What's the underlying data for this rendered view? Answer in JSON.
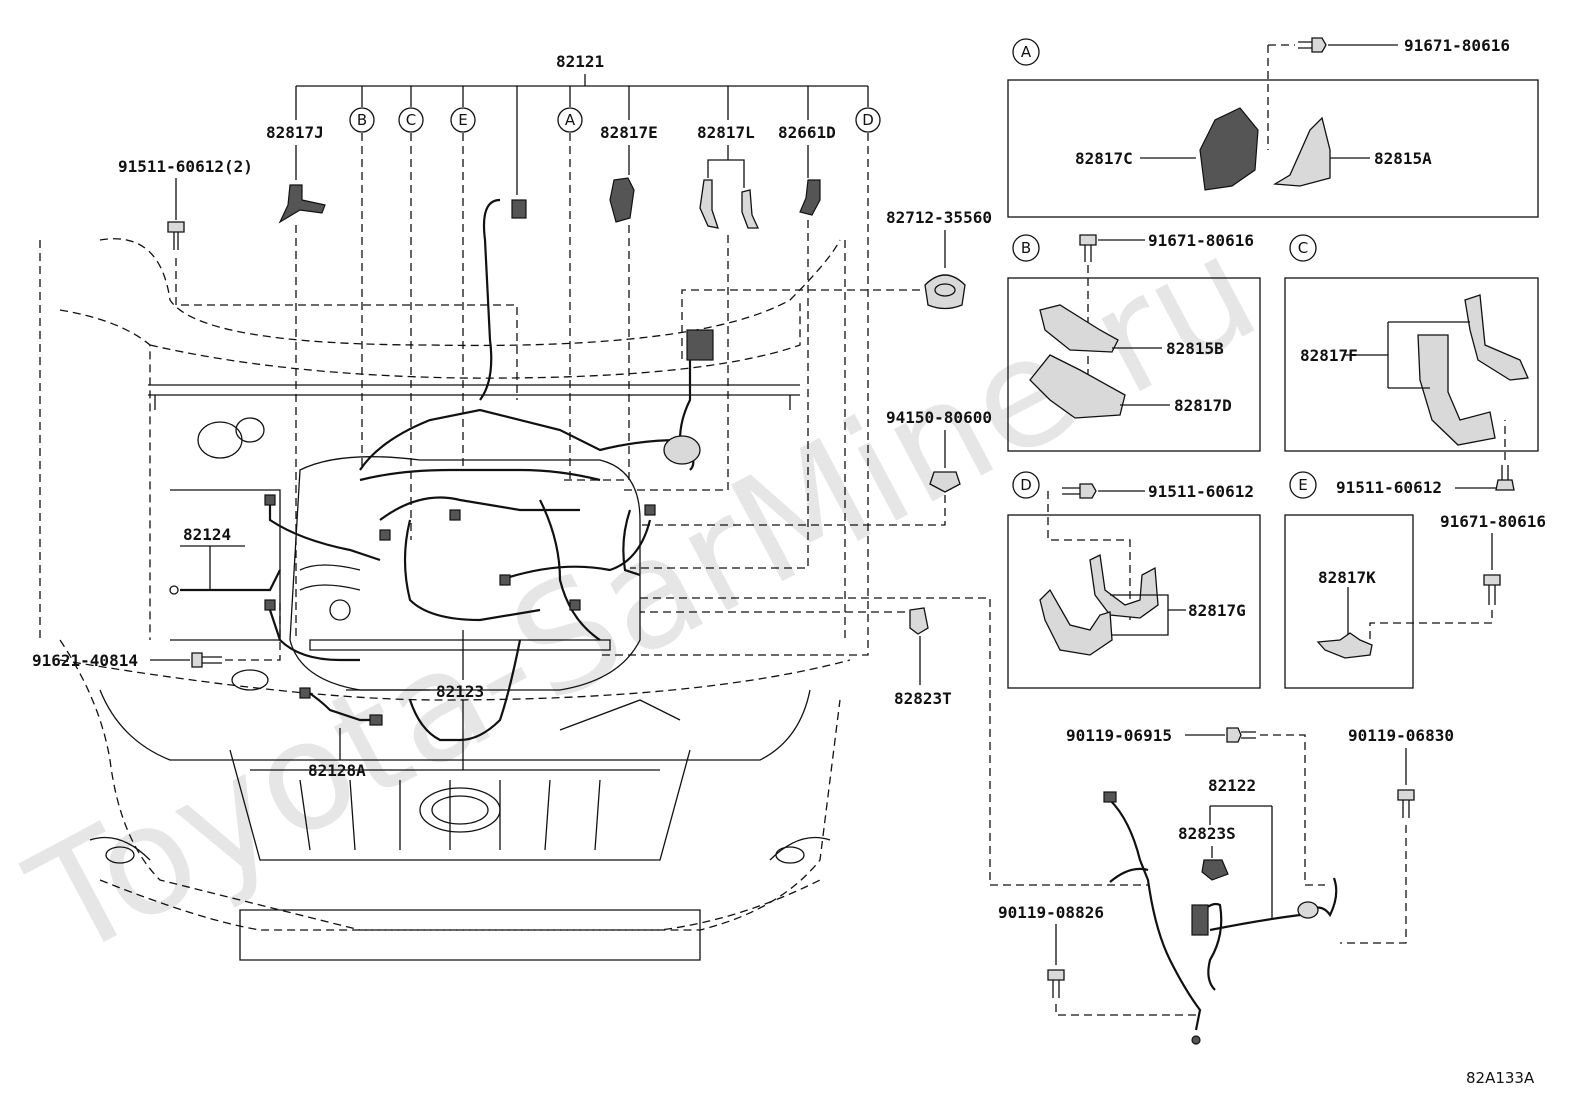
{
  "diagram_id": "82A133A",
  "watermark": "Toyota-SarMine.ru",
  "main_group": {
    "number": "82121"
  },
  "top_labels": [
    "82817J",
    "82817E",
    "82817L",
    "82661D"
  ],
  "refs": [
    "A",
    "B",
    "C",
    "D",
    "E"
  ],
  "left_labels": {
    "bolt_top": "91511-60612(2)",
    "p82124": "82124",
    "bolt_left": "91621-40814",
    "p82128A": "82128A",
    "p82123": "82123"
  },
  "mid_labels": {
    "clip": "82712-35560",
    "nut": "94150-80600",
    "p82823T": "82823T"
  },
  "detail_A": {
    "ref": "A",
    "bolt": "91671-80616",
    "left": "82817C",
    "right": "82815A"
  },
  "detail_B": {
    "ref": "B",
    "bolt": "91671-80616",
    "upper": "82815B",
    "lower": "82817D"
  },
  "detail_C": {
    "ref": "C",
    "label": "82817F"
  },
  "detail_D": {
    "ref": "D",
    "bolt": "91511-60612",
    "label": "82817G"
  },
  "detail_E": {
    "ref": "E",
    "bolt": "91511-60612",
    "bolt_right": "91671-80616",
    "label": "82817K"
  },
  "bottom_right": {
    "bolt1": "90119-06915",
    "bolt2": "90119-06830",
    "harness": "82122",
    "connector": "82823S",
    "bolt3": "90119-08826"
  }
}
